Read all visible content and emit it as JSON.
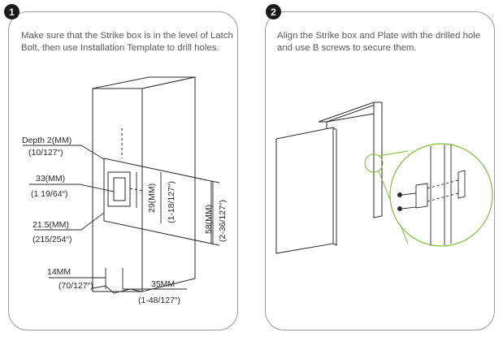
{
  "steps": [
    {
      "number": "1",
      "text": "Make sure that the Strike box is in the level of Latch Bolt, then use Installation Template to drill holes.",
      "dimensions": {
        "depth_mm": "Depth 2(MM)",
        "depth_in": "(10/127“)",
        "hole_mm": "33(MM)",
        "hole_in": "(1 19/64“)",
        "offset_mm": "21.5(MM)",
        "offset_in": "(215/254“)",
        "box_h_mm": "29(MM)",
        "box_h_in": "(1-18/127“)",
        "plate_h_mm": "58(MM)",
        "plate_h_in": "(2-36/127“)",
        "edge_mm": "14MM",
        "edge_in": "(70/127“)",
        "width_mm": "35MM",
        "width_in": "(1-48/127“)"
      }
    },
    {
      "number": "2",
      "text": "Align the Strike box and Plate with the drilled hole and use B screws to secure them."
    }
  ],
  "colors": {
    "border": "#9a9a9a",
    "line": "#2a2a2a",
    "text": "#5a5a5a",
    "callout": "#7dbf3a",
    "badge": "#1a1a1a"
  }
}
